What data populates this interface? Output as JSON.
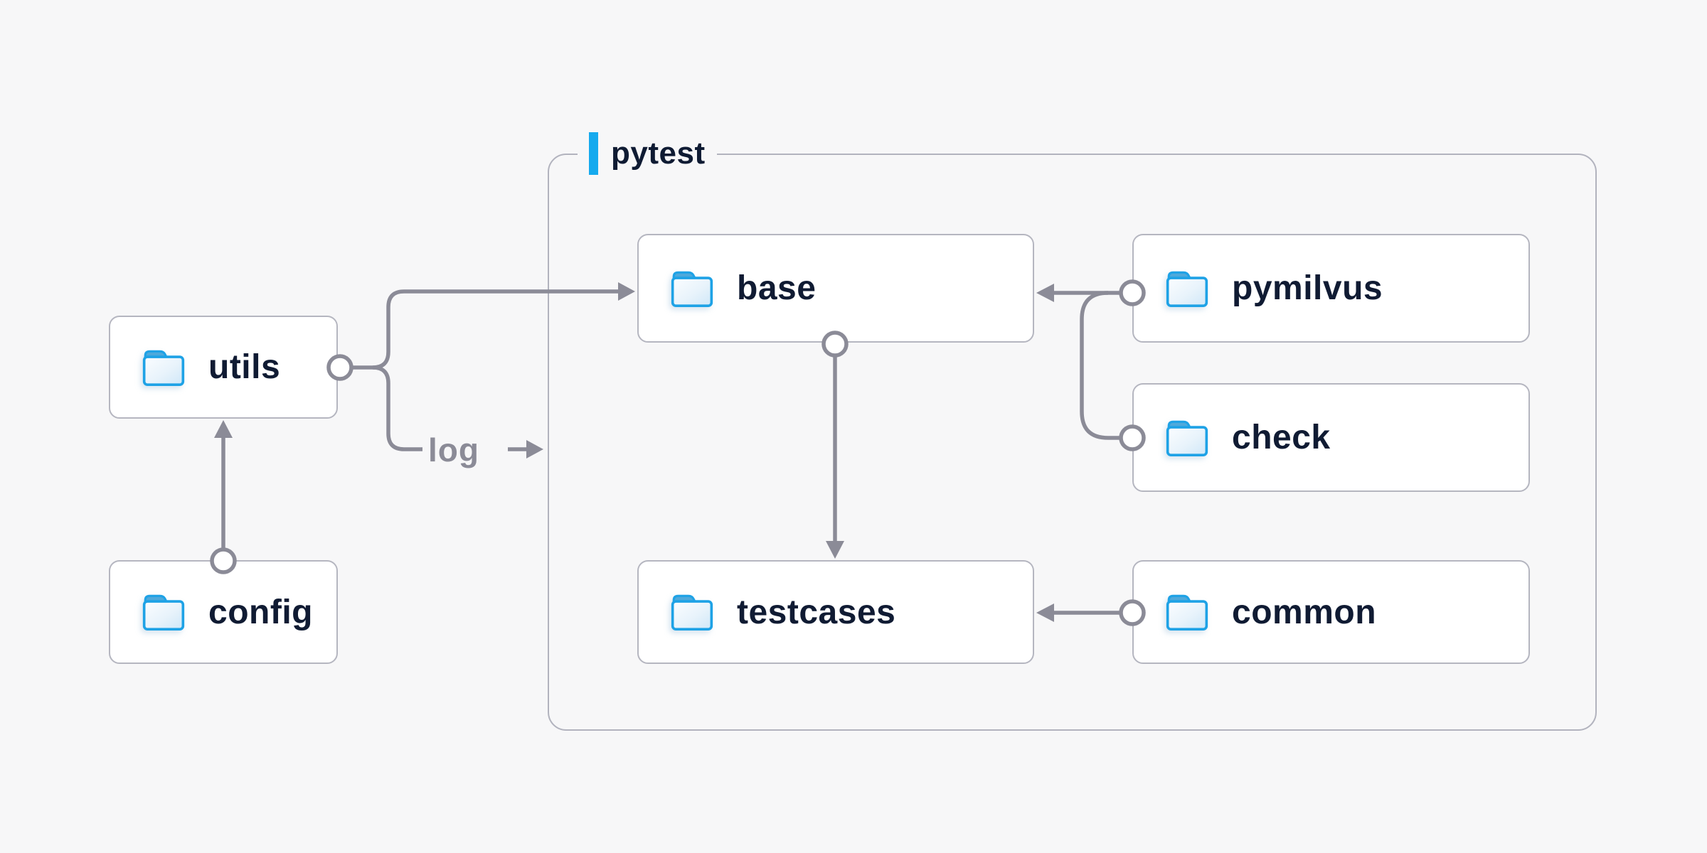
{
  "container": {
    "label": "pytest"
  },
  "nodes": [
    {
      "id": "utils",
      "label": "utils"
    },
    {
      "id": "config",
      "label": "config"
    },
    {
      "id": "base",
      "label": "base"
    },
    {
      "id": "testcases",
      "label": "testcases"
    },
    {
      "id": "pymilvus",
      "label": "pymilvus"
    },
    {
      "id": "check",
      "label": "check"
    },
    {
      "id": "common",
      "label": "common"
    }
  ],
  "edges": [
    {
      "from": "config",
      "to": "utils",
      "type": "arrow"
    },
    {
      "from": "utils",
      "to": "base",
      "type": "arrow"
    },
    {
      "from": "utils",
      "to": "pytest",
      "type": "arrow",
      "label": "log"
    },
    {
      "from": "base",
      "to": "testcases",
      "type": "arrow"
    },
    {
      "from": "pymilvus",
      "to": "base",
      "type": "arrow"
    },
    {
      "from": "check",
      "to": "base",
      "type": "arrow"
    },
    {
      "from": "common",
      "to": "testcases",
      "type": "arrow"
    }
  ],
  "edge_label": {
    "text": "log"
  },
  "colors": {
    "background": "#f7f7f8",
    "accent_blue": "#16aaee",
    "folder_blue": "#1ea2e6",
    "line_gray": "#8b8b97",
    "text_navy": "#101b33",
    "node_border": "#b5b6c0",
    "group_border": "#b2b3be"
  }
}
